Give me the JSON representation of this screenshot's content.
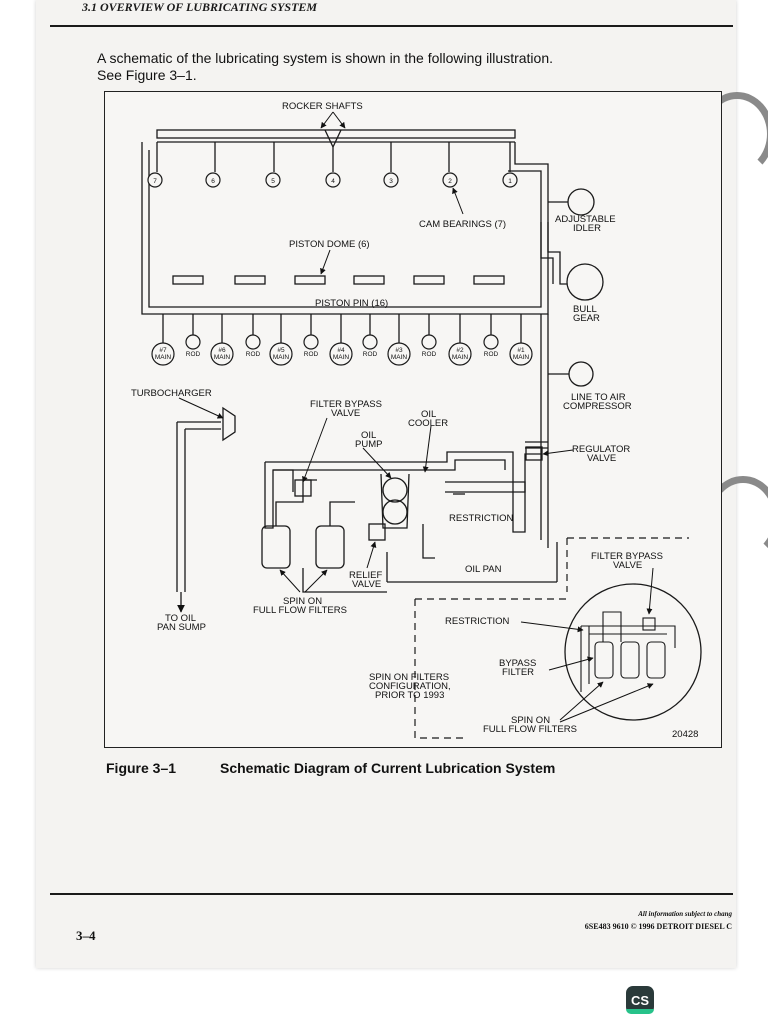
{
  "header": {
    "section_title": "3.1 OVERVIEW OF LUBRICATING SYSTEM"
  },
  "intro": {
    "line1": "A schematic of the lubricating system is shown in the following illustration.",
    "line2": "See Figure 3–1."
  },
  "figure": {
    "labels": {
      "rocker_shafts": "ROCKER SHAFTS",
      "cam_bearings": "CAM BEARINGS (7)",
      "adjustable_idler_1": "ADJUSTABLE",
      "adjustable_idler_2": "IDLER",
      "piston_dome": "PISTON DOME (6)",
      "piston_pin": "PISTON PIN (16)",
      "bull_gear_1": "BULL",
      "bull_gear_2": "GEAR",
      "turbocharger": "TURBOCHARGER",
      "filter_bypass_valve_1": "FILTER BYPASS",
      "filter_bypass_valve_2": "VALVE",
      "oil_cooler_1": "OIL",
      "oil_cooler_2": "COOLER",
      "oil_pump_1": "OIL",
      "oil_pump_2": "PUMP",
      "line_to_air_1": "LINE TO AIR",
      "line_to_air_2": "COMPRESSOR",
      "regulator_valve_1": "REGULATOR",
      "regulator_valve_2": "VALVE",
      "restriction": "RESTRICTION",
      "oil_pan": "OIL PAN",
      "relief_valve_1": "RELIEF",
      "relief_valve_2": "VALVE",
      "spin_on_1": "SPIN ON",
      "spin_on_2": "FULL FLOW FILTERS",
      "to_oil_1": "TO OIL",
      "to_oil_2": "PAN SUMP",
      "inset_filter_bypass_1": "FILTER BYPASS",
      "inset_filter_bypass_2": "VALVE",
      "inset_restriction": "RESTRICTION",
      "bypass_filter_1": "BYPASS",
      "bypass_filter_2": "FILTER",
      "spin_on_filters_1": "SPIN ON FILTERS",
      "spin_on_filters_2": "CONFIGURATION,",
      "spin_on_filters_3": "PRIOR TO 1993",
      "inset_spin_on_1": "SPIN ON",
      "inset_spin_on_2": "FULL FLOW FILTERS",
      "figure_id": "20428"
    },
    "cam_numbers": [
      "7",
      "6",
      "5",
      "4",
      "3",
      "2",
      "1"
    ],
    "mains": [
      {
        "num": "#7",
        "word": "MAIN"
      },
      {
        "num": "#6",
        "word": "MAIN"
      },
      {
        "num": "#5",
        "word": "MAIN"
      },
      {
        "num": "#4",
        "word": "MAIN"
      },
      {
        "num": "#3",
        "word": "MAIN"
      },
      {
        "num": "#2",
        "word": "MAIN"
      },
      {
        "num": "#1",
        "word": "MAIN"
      }
    ],
    "rod_label": "ROD"
  },
  "caption": {
    "number": "Figure 3–1",
    "text": "Schematic Diagram of Current Lubrication System"
  },
  "footer": {
    "page_number": "3–4",
    "notice": "All information subject to chang",
    "doc_code": "6SE483 9610",
    "copyright": "© 1996 DETROIT DIESEL C"
  },
  "app_badge": "CS"
}
